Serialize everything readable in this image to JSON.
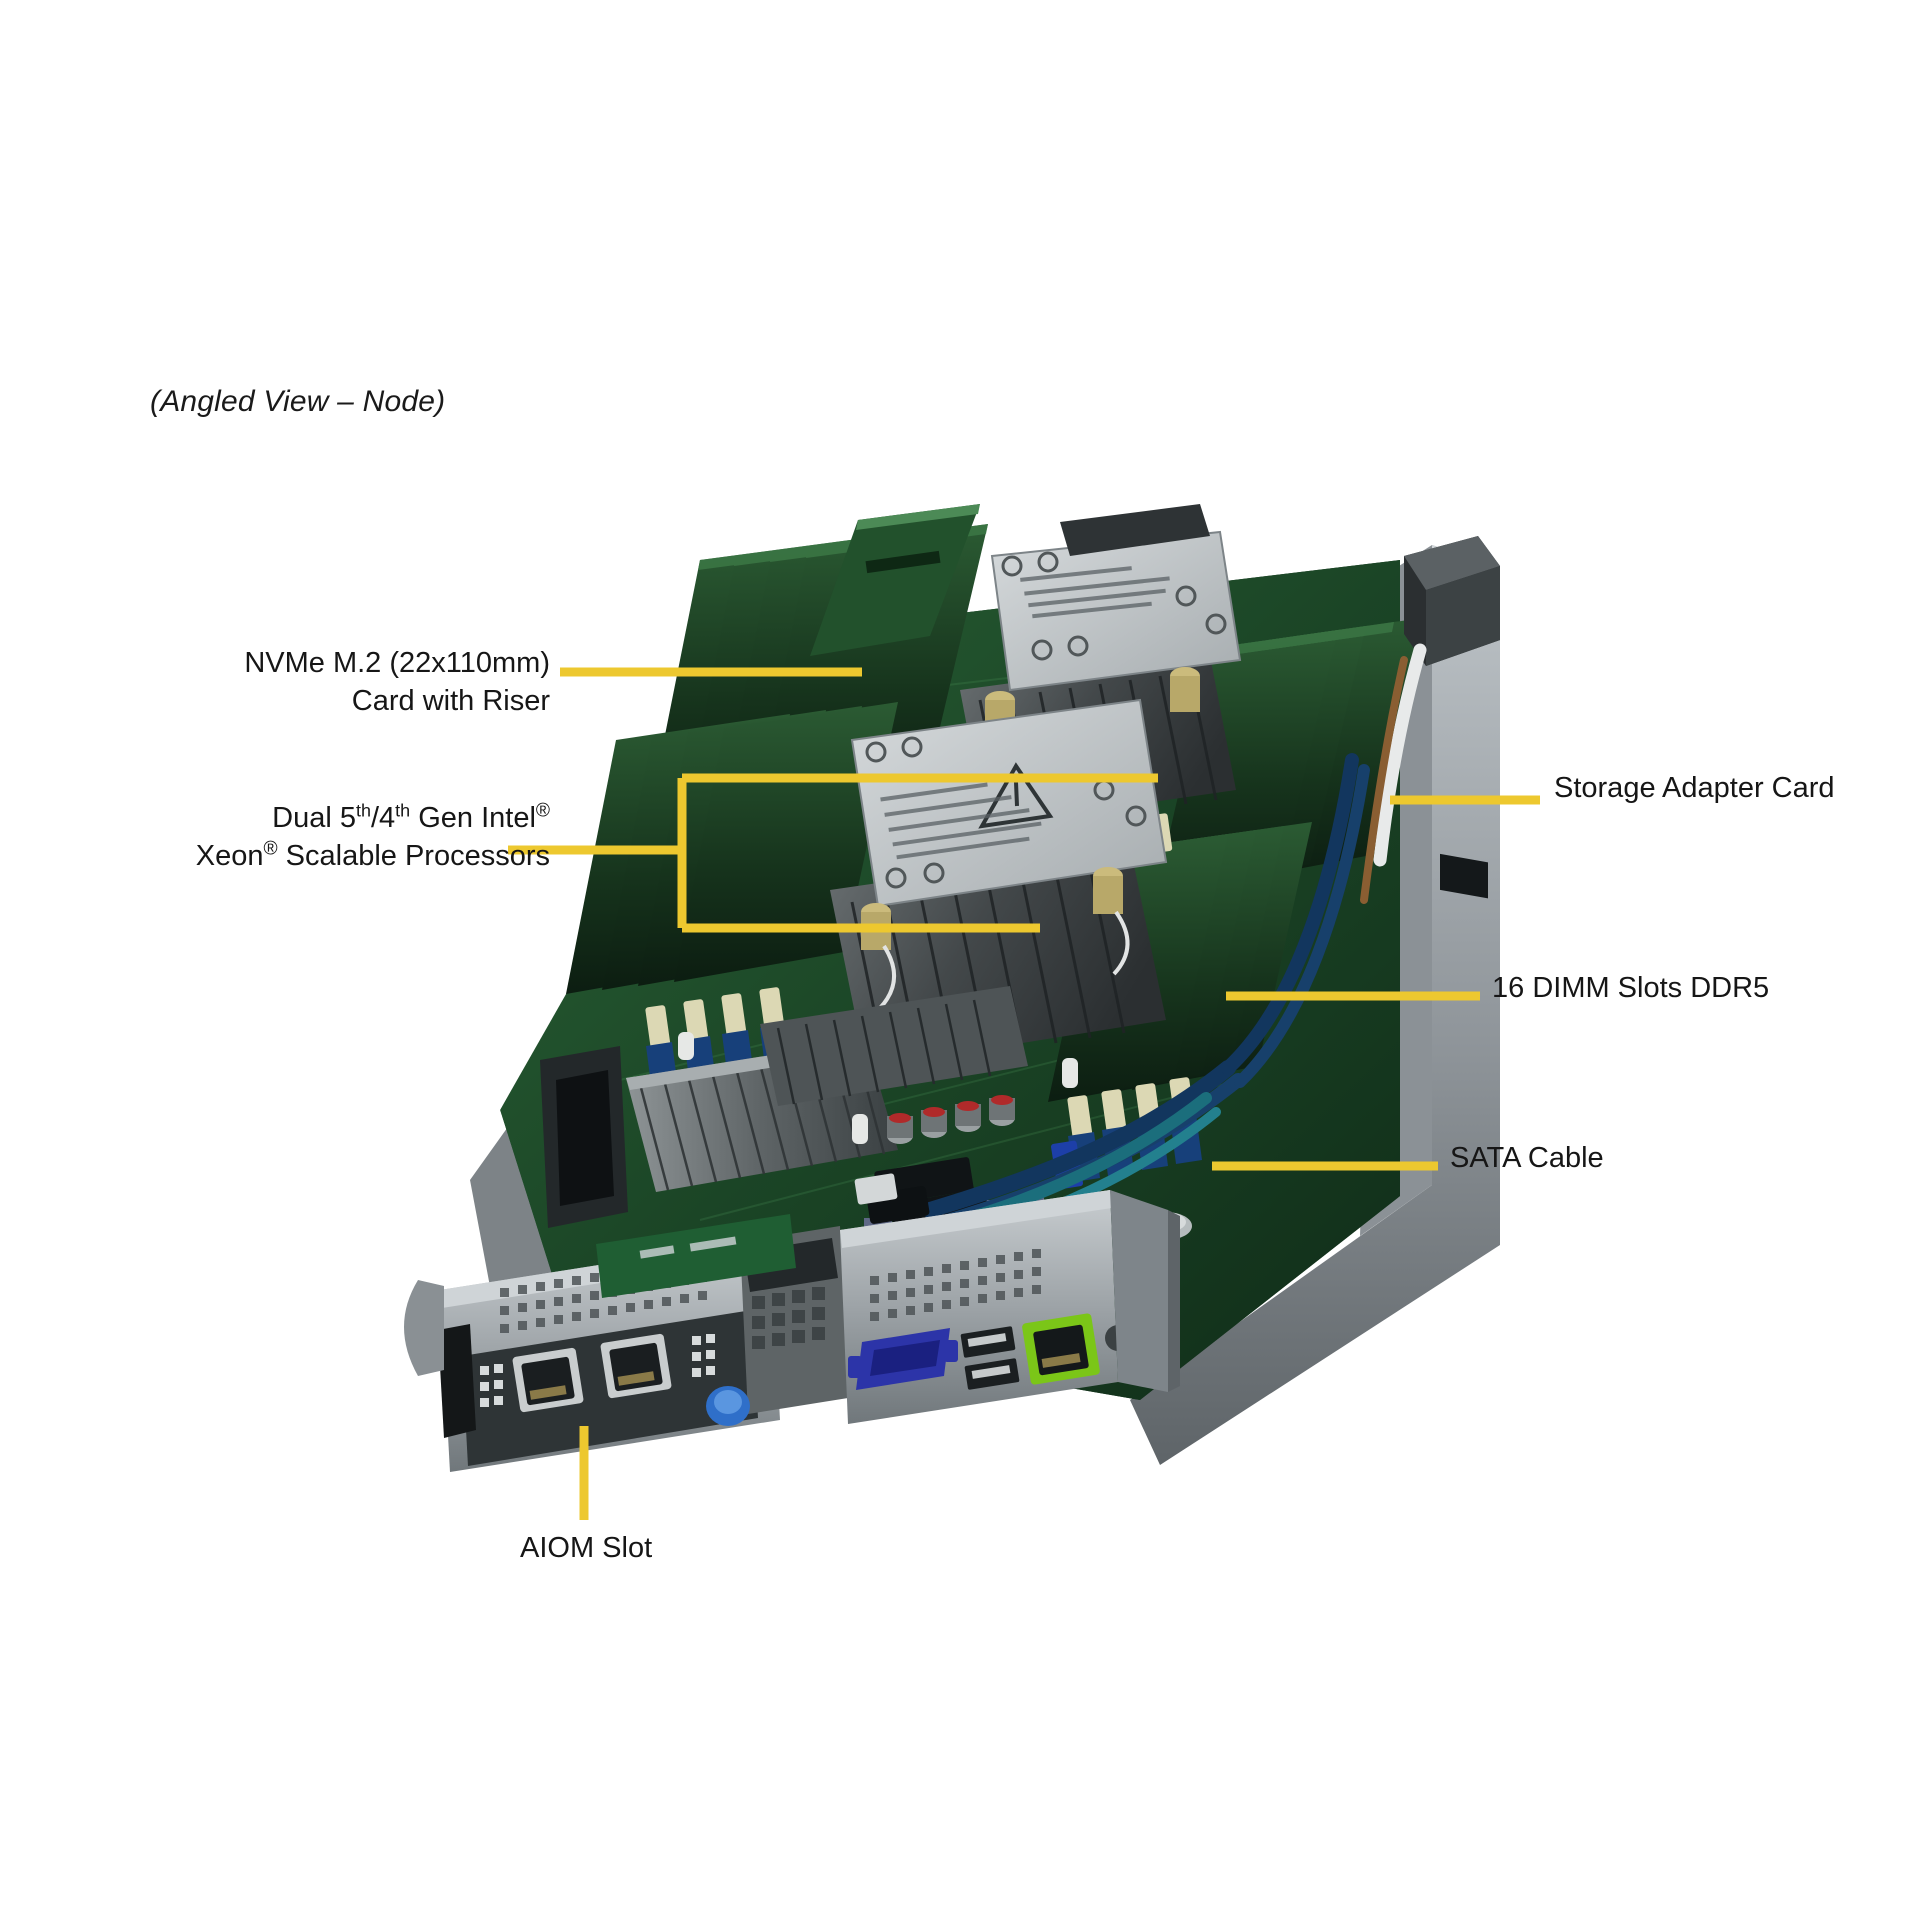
{
  "figure": {
    "caption": "(Angled View – Node)",
    "subject": "server-node-angled-view",
    "leader_color": "#EDC82F",
    "text_color": "#161616",
    "background": "#FFFFFF"
  },
  "callouts": [
    {
      "id": "nvme",
      "name": "nvme-m2-card-with-riser",
      "align": "right",
      "lines": [
        "NVMe M.2 (22x110mm)",
        "Card with Riser"
      ],
      "line1": "NVMe M.2 (22x110mm)",
      "line2": "Card with Riser"
    },
    {
      "id": "cpu",
      "name": "dual-intel-xeon-scalable-processors",
      "align": "right",
      "line1_pre": "Dual 5",
      "line1_sup1": "th",
      "line1_mid": "/4",
      "line1_sup2": "th",
      "line1_post": " Gen Intel",
      "line1_reg": "®",
      "line2_pre": "Xeon",
      "line2_reg": "®",
      "line2_post": " Scalable Processors"
    },
    {
      "id": "aiom",
      "name": "aiom-slot",
      "align": "left",
      "line1": "AIOM Slot"
    },
    {
      "id": "storage",
      "name": "storage-adapter-card",
      "align": "left",
      "line1": "Storage Adapter Card"
    },
    {
      "id": "dimm",
      "name": "dimm-slots-ddr5",
      "align": "left",
      "line1": "16 DIMM Slots DDR5"
    },
    {
      "id": "sata",
      "name": "sata-cable",
      "align": "left",
      "line1": "SATA Cable"
    }
  ],
  "hardware": {
    "chassis_color": "#9AA0A4",
    "chassis_shadow": "#6E7478",
    "pcb_color": "#1C4426",
    "pcb_highlight": "#2F6B38",
    "heatsink_color": "#4A4F50",
    "heatsink_label": "#C8CCCE",
    "dimm_color": "#16301B",
    "dimm_latch": "#D8D4B0",
    "sata_cable_color": "#17406B",
    "teal_cable_color": "#1C6E7A",
    "port_green": "#7BC618",
    "port_blue": "#2C34A8",
    "thumbscrew_blue": "#2F6FC9",
    "gold_standoff": "#C8B878",
    "components": [
      "front-io-panel",
      "aiom-network-card",
      "vga-port",
      "usb-ports",
      "ipmi-lan-port",
      "cpu1-heatsink",
      "cpu2-heatsink",
      "dimm-bank-left",
      "dimm-bank-right",
      "chipset-heatsink",
      "storage-adapter-card",
      "nvme-m2-riser",
      "sata-cable-bundle"
    ]
  }
}
